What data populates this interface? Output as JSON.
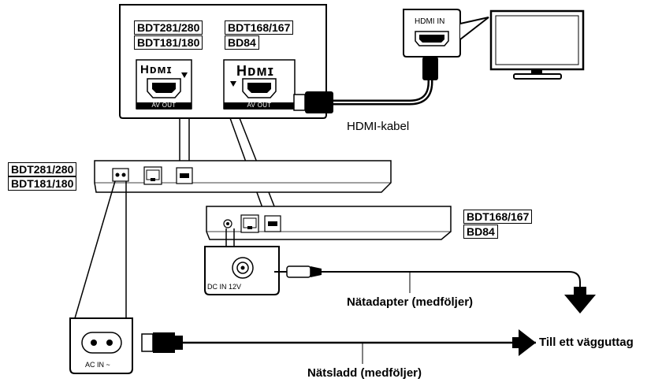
{
  "inset": {
    "left_models": [
      "BDT281/280",
      "BDT181/180"
    ],
    "right_models": [
      "BDT168/167",
      "BD84"
    ],
    "hdmi_logo": "Hᴅᴍɪ",
    "port_label": "AV OUT"
  },
  "tv": {
    "port_label": "HDMI IN"
  },
  "players": {
    "large_models": [
      "BDT281/280",
      "BDT181/180"
    ],
    "small_models": [
      "BDT168/167",
      "BD84"
    ]
  },
  "dc_inset": {
    "label": "DC IN 12V"
  },
  "ac_inset": {
    "label": "AC IN ~"
  },
  "captions": {
    "hdmi_cable": "HDMI-kabel",
    "adapter": "Nätadapter (medföljer)",
    "wall_outlet": "Till ett vägguttag",
    "power_cord": "Nätsladd (medföljer)"
  },
  "icons": [
    "hdmi-port-icon",
    "lan-port-icon",
    "ac-inlet-icon",
    "dc-jack-icon",
    "arrow-down-icon",
    "arrow-right-icon",
    "tv-icon"
  ]
}
